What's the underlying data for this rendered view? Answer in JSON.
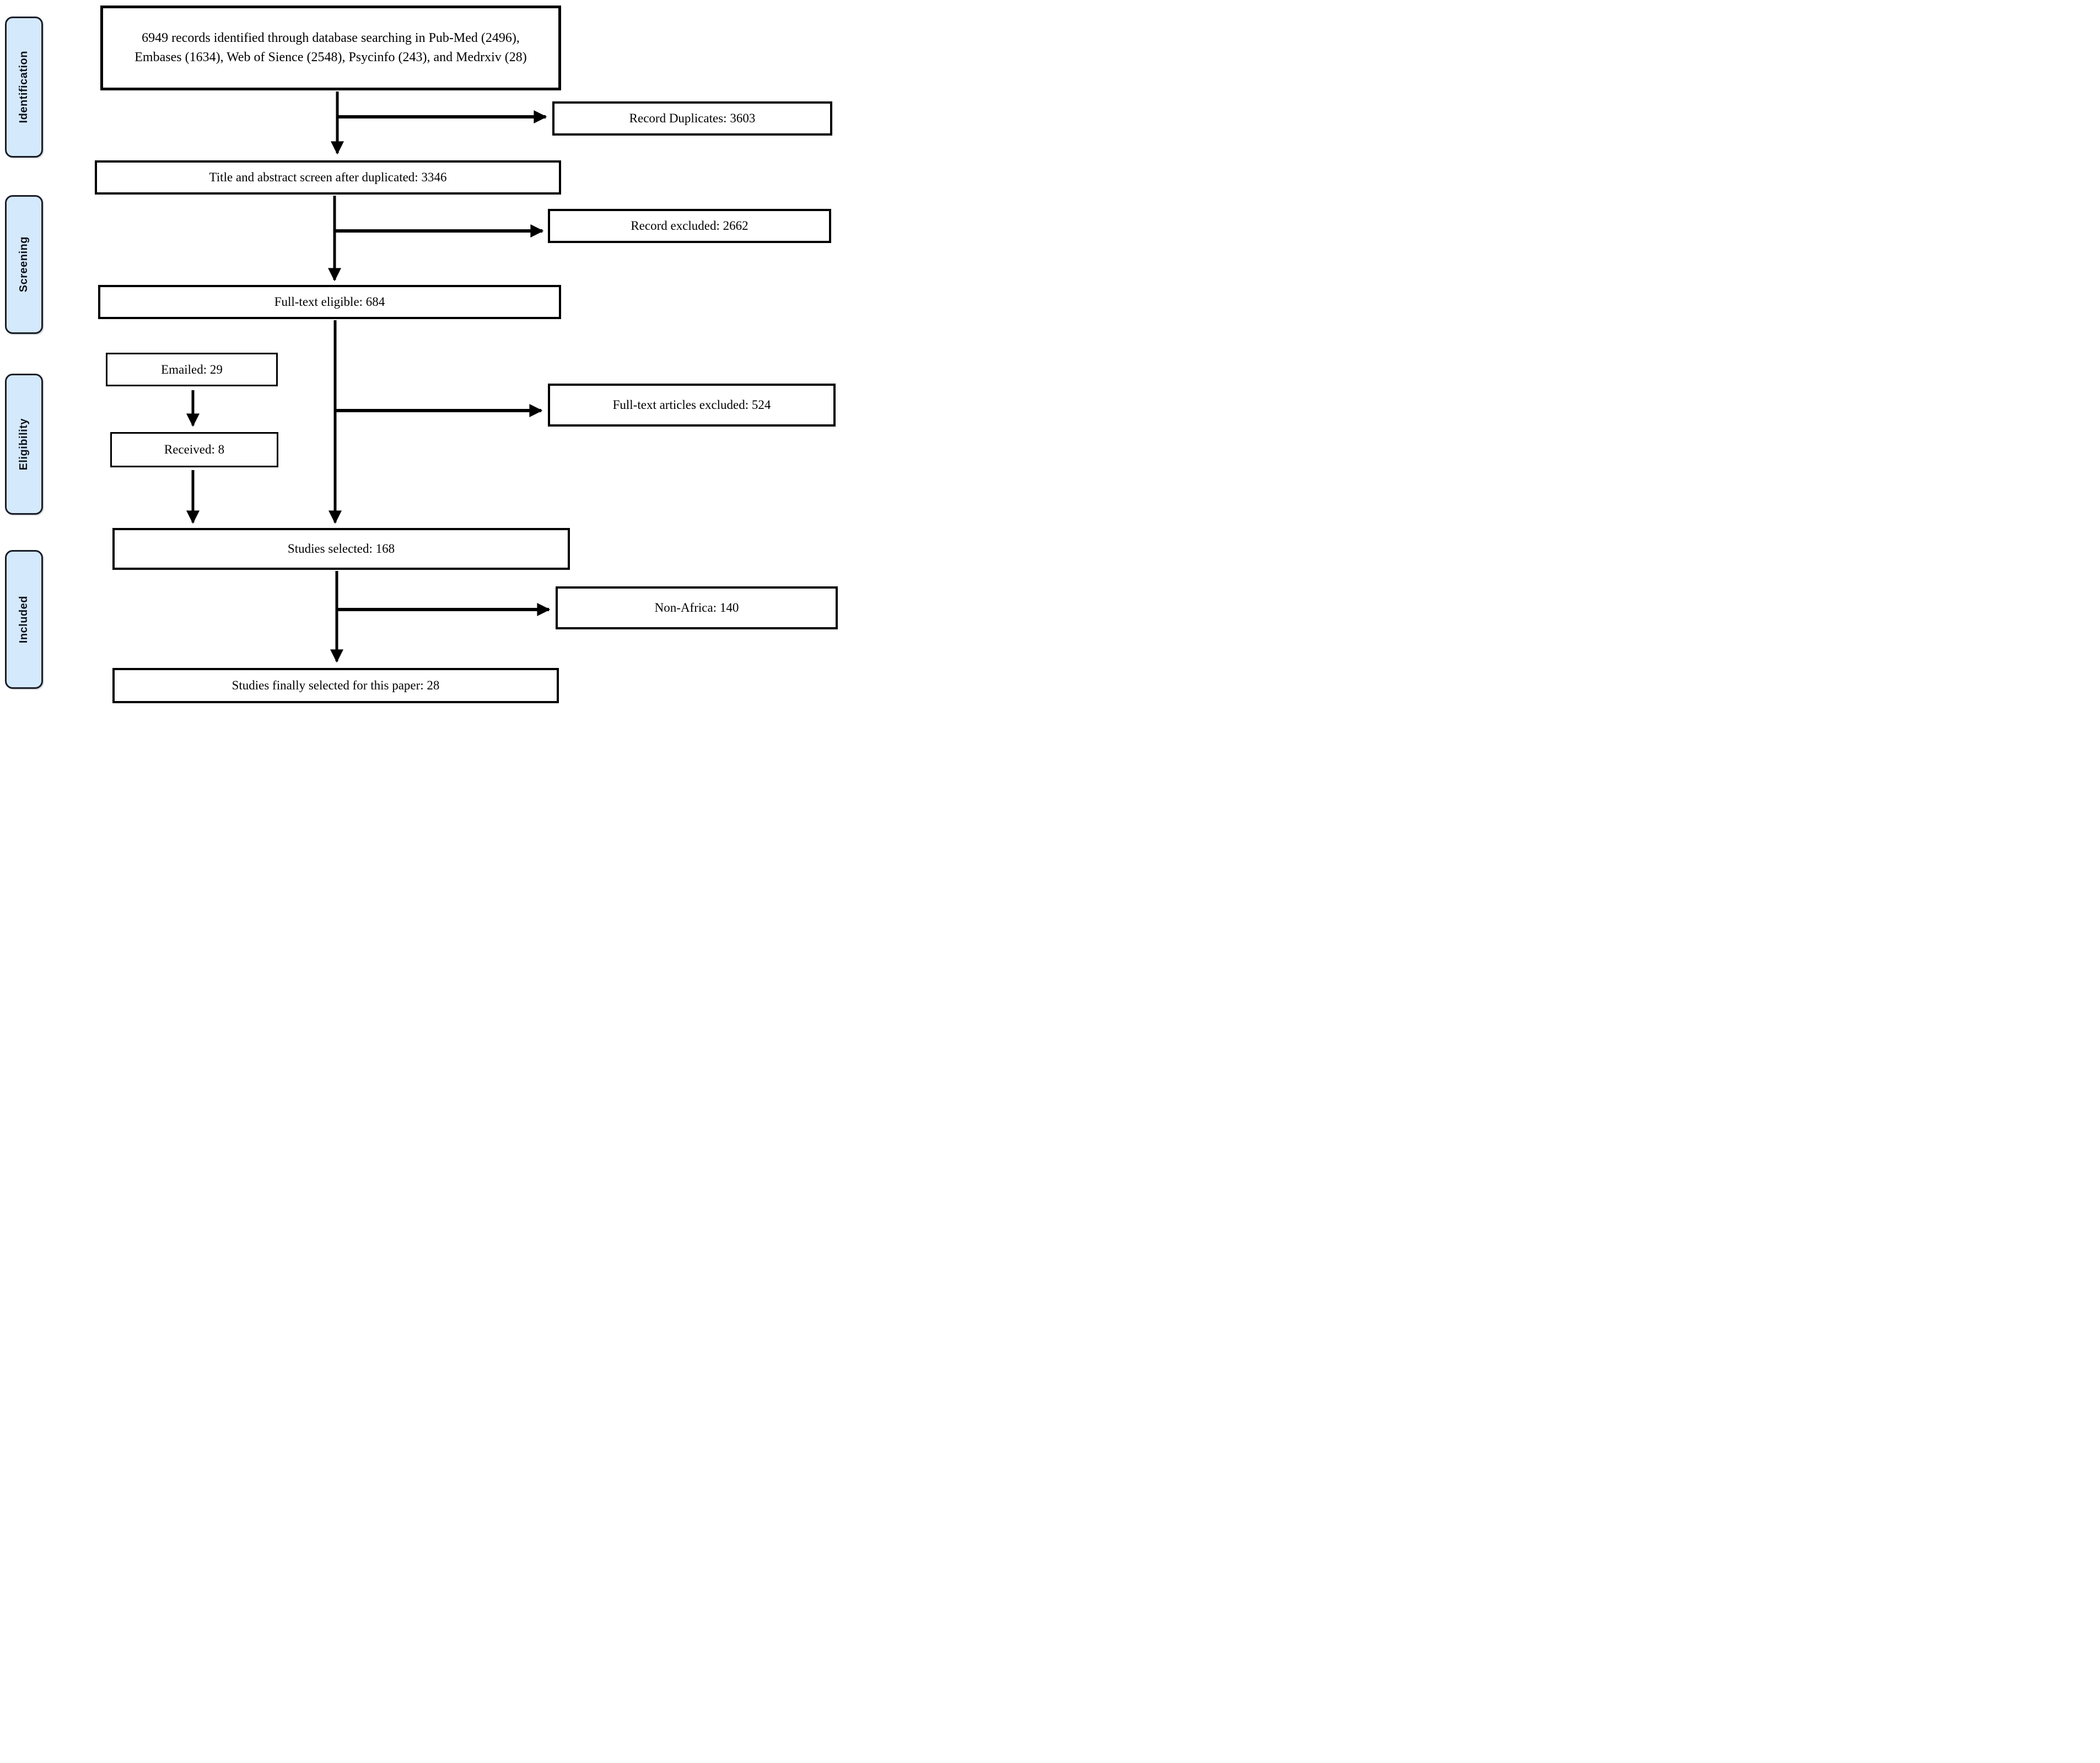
{
  "diagram": {
    "kind": "PRISMA-style study selection flowchart",
    "stages": {
      "identification": "Identification",
      "screening": "Screening",
      "eligibility": "Eligibility",
      "included": "Included"
    },
    "nodes": {
      "records_identified": {
        "label": "6949 records identified through database searching in Pub-Med (2496), Embases (1634), Web of Sience (2548), Psycinfo (243), and Medrxiv (28)"
      },
      "record_duplicates": {
        "label": "Record Duplicates: 3603"
      },
      "title_abstract_screen": {
        "label": "Title and abstract screen after duplicated: 3346"
      },
      "record_excluded": {
        "label": "Record excluded: 2662"
      },
      "fulltext_eligible": {
        "label": "Full-text eligible: 684"
      },
      "emailed": {
        "label": "Emailed: 29"
      },
      "received": {
        "label": "Received: 8"
      },
      "fulltext_articles_excluded": {
        "label": "Full-text articles excluded: 524"
      },
      "studies_selected": {
        "label": "Studies selected: 168"
      },
      "non_africa": {
        "label": "Non-Africa: 140"
      },
      "final_selected": {
        "label": "Studies finally selected for this paper: 28"
      }
    },
    "counts": {
      "records_identified": 6949,
      "pubmed": 2496,
      "embases": 1634,
      "web_of_science": 2548,
      "psycinfo": 243,
      "medrxiv": 28,
      "record_duplicates": 3603,
      "after_duplicates": 3346,
      "record_excluded": 2662,
      "fulltext_eligible": 684,
      "emailed": 29,
      "received": 8,
      "fulltext_articles_excluded": 524,
      "studies_selected": 168,
      "non_africa": 140,
      "final_selected": 28
    },
    "colors": {
      "stage_fill": "#d4e9fb",
      "stage_border": "#1b1e28",
      "stage_text": "#10141c",
      "node_fill": "#ffffff",
      "node_border": "#000000",
      "arrow": "#000000",
      "background": "#ffffff"
    }
  }
}
